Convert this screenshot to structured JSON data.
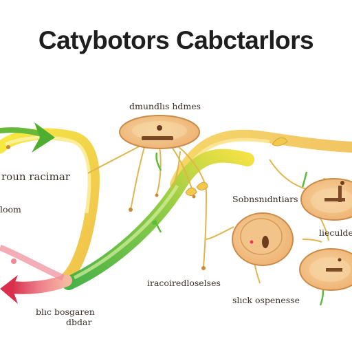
{
  "title": "Catybotors Cabctarlors",
  "labels": {
    "top_cell": "dmundlıs hdmes",
    "left_upper": "roun racimar",
    "left_lower": "loom",
    "mid_right": "Sobnsnıdntiars",
    "far_right": "lieculdes",
    "bottom_center": "iracoiredloselses",
    "bottom_right": "slıck ospenesse",
    "bottom_left_line1": "blıc bosgaren",
    "bottom_left_line2": "dbdar"
  },
  "colors": {
    "flow_yellow": "#f2e33a",
    "flow_gold": "#f2c94a",
    "flow_green": "#5bbd3c",
    "flow_pink": "#ef7f8c",
    "flow_red": "#d8344d",
    "cell_fill": "#f3c58a",
    "cell_stroke": "#c98a4a",
    "connector": "#e0b64b"
  }
}
